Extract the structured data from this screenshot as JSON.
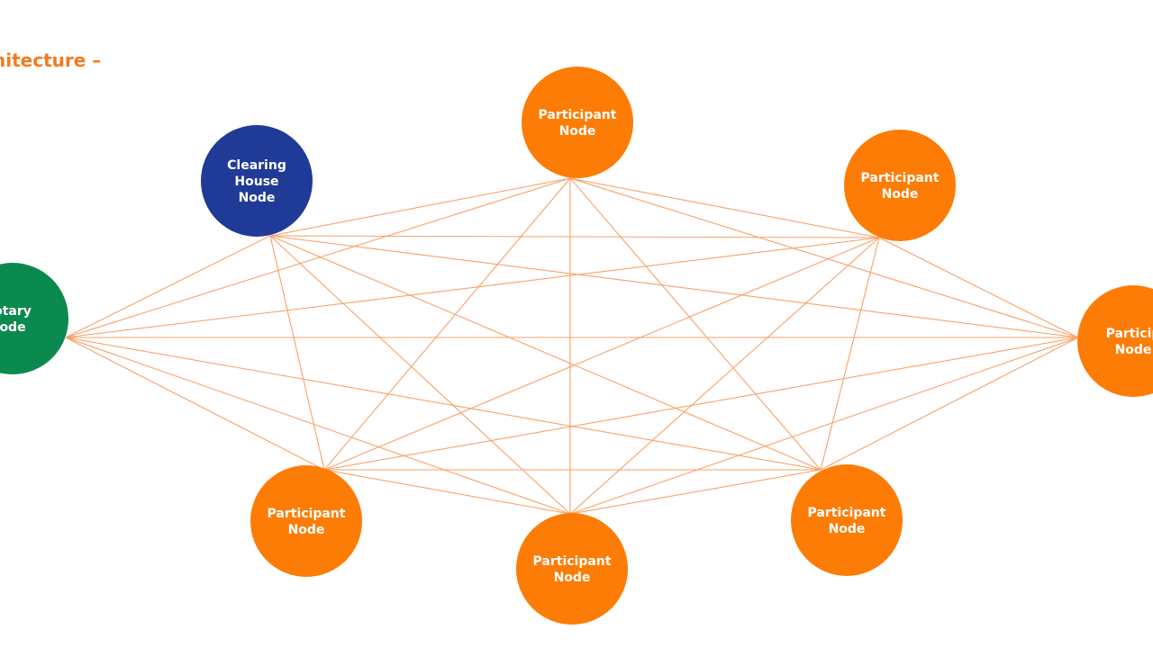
{
  "title": "hitecture –",
  "colors": {
    "participant": "#fd7c05",
    "clearing_house": "#1f3b97",
    "notary": "#0b8a4f",
    "edge": "#f7a26a",
    "title": "#f47a1f"
  },
  "nodes": [
    {
      "id": "notary",
      "type": "notary",
      "label": [
        "otary",
        "ode"
      ]
    },
    {
      "id": "clearing-house",
      "type": "clearing_house",
      "label": [
        "Clearing",
        "House",
        "Node"
      ]
    },
    {
      "id": "participant-top",
      "type": "participant",
      "label": [
        "Participant",
        "Node"
      ]
    },
    {
      "id": "participant-top-right",
      "type": "participant",
      "label": [
        "Participant",
        "Node"
      ]
    },
    {
      "id": "participant-right",
      "type": "participant",
      "label": [
        "Particip",
        "Node"
      ]
    },
    {
      "id": "participant-bottom-left",
      "type": "participant",
      "label": [
        "Participant",
        "Node"
      ]
    },
    {
      "id": "participant-bottom",
      "type": "participant",
      "label": [
        "Participant",
        "Node"
      ]
    },
    {
      "id": "participant-bottom-right",
      "type": "participant",
      "label": [
        "Participant",
        "Node"
      ]
    }
  ],
  "edges": "complete-graph"
}
